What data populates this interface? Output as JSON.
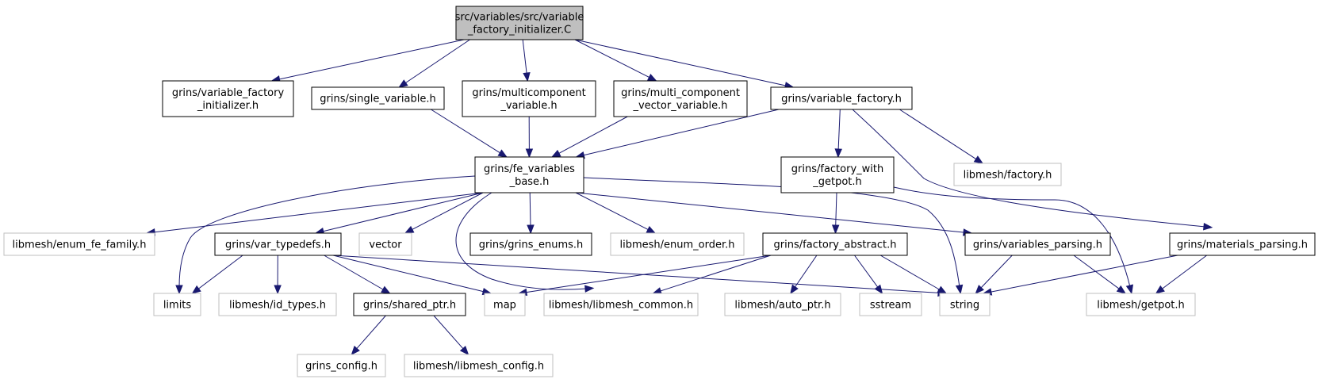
{
  "colors": {
    "edge": "#191970",
    "node_border": "#000000",
    "external_border": "#bfbfbf",
    "root_fill": "#bfbfbf",
    "node_fill": "#ffffff"
  },
  "nodes": [
    {
      "id": "root",
      "lines": [
        "src/variables/src/variable",
        "_factory_initializer.C"
      ],
      "kind": "root"
    },
    {
      "id": "vfi",
      "lines": [
        "grins/variable_factory",
        "_initializer.h"
      ],
      "kind": "internal"
    },
    {
      "id": "sv",
      "lines": [
        "grins/single_variable.h"
      ],
      "kind": "internal"
    },
    {
      "id": "mcv",
      "lines": [
        "grins/multicomponent",
        "_variable.h"
      ],
      "kind": "internal"
    },
    {
      "id": "mcvv",
      "lines": [
        "grins/multi_component",
        "_vector_variable.h"
      ],
      "kind": "internal"
    },
    {
      "id": "vf",
      "lines": [
        "grins/variable_factory.h"
      ],
      "kind": "internal"
    },
    {
      "id": "fevb",
      "lines": [
        "grins/fe_variables",
        "_base.h"
      ],
      "kind": "internal"
    },
    {
      "id": "fwg",
      "lines": [
        "grins/factory_with",
        "_getpot.h"
      ],
      "kind": "internal"
    },
    {
      "id": "lmf",
      "lines": [
        "libmesh/factory.h"
      ],
      "kind": "external"
    },
    {
      "id": "effam",
      "lines": [
        "libmesh/enum_fe_family.h"
      ],
      "kind": "external"
    },
    {
      "id": "vtd",
      "lines": [
        "grins/var_typedefs.h"
      ],
      "kind": "internal"
    },
    {
      "id": "vec",
      "lines": [
        "vector"
      ],
      "kind": "external"
    },
    {
      "id": "genum",
      "lines": [
        "grins/grins_enums.h"
      ],
      "kind": "internal"
    },
    {
      "id": "eord",
      "lines": [
        "libmesh/enum_order.h"
      ],
      "kind": "external"
    },
    {
      "id": "fa",
      "lines": [
        "grins/factory_abstract.h"
      ],
      "kind": "internal"
    },
    {
      "id": "vp",
      "lines": [
        "grins/variables_parsing.h"
      ],
      "kind": "internal"
    },
    {
      "id": "mp",
      "lines": [
        "grins/materials_parsing.h"
      ],
      "kind": "internal"
    },
    {
      "id": "lim",
      "lines": [
        "limits"
      ],
      "kind": "external"
    },
    {
      "id": "idt",
      "lines": [
        "libmesh/id_types.h"
      ],
      "kind": "external"
    },
    {
      "id": "sp",
      "lines": [
        "grins/shared_ptr.h"
      ],
      "kind": "internal"
    },
    {
      "id": "map",
      "lines": [
        "map"
      ],
      "kind": "external"
    },
    {
      "id": "lmc",
      "lines": [
        "libmesh/libmesh_common.h"
      ],
      "kind": "external"
    },
    {
      "id": "ap",
      "lines": [
        "libmesh/auto_ptr.h"
      ],
      "kind": "external"
    },
    {
      "id": "ss",
      "lines": [
        "sstream"
      ],
      "kind": "external"
    },
    {
      "id": "str",
      "lines": [
        "string"
      ],
      "kind": "external"
    },
    {
      "id": "gp",
      "lines": [
        "libmesh/getpot.h"
      ],
      "kind": "external"
    },
    {
      "id": "gc",
      "lines": [
        "grins_config.h"
      ],
      "kind": "external"
    },
    {
      "id": "lmcfg",
      "lines": [
        "libmesh/libmesh_config.h"
      ],
      "kind": "external"
    }
  ],
  "edges": [
    {
      "from": "root",
      "to": "vfi"
    },
    {
      "from": "root",
      "to": "sv"
    },
    {
      "from": "root",
      "to": "mcv"
    },
    {
      "from": "root",
      "to": "mcvv"
    },
    {
      "from": "root",
      "to": "vf"
    },
    {
      "from": "sv",
      "to": "fevb"
    },
    {
      "from": "mcv",
      "to": "fevb"
    },
    {
      "from": "mcvv",
      "to": "fevb"
    },
    {
      "from": "vf",
      "to": "fevb"
    },
    {
      "from": "vf",
      "to": "fwg"
    },
    {
      "from": "vf",
      "to": "lmf"
    },
    {
      "from": "vf",
      "to": "mp"
    },
    {
      "from": "fevb",
      "to": "effam"
    },
    {
      "from": "fevb",
      "to": "vtd"
    },
    {
      "from": "fevb",
      "to": "vec"
    },
    {
      "from": "fevb",
      "to": "genum"
    },
    {
      "from": "fevb",
      "to": "eord"
    },
    {
      "from": "fevb",
      "to": "vp"
    },
    {
      "from": "fevb",
      "to": "lim"
    },
    {
      "from": "fevb",
      "to": "lmc"
    },
    {
      "from": "fevb",
      "to": "str"
    },
    {
      "from": "fwg",
      "to": "fa"
    },
    {
      "from": "fwg",
      "to": "gp"
    },
    {
      "from": "vtd",
      "to": "lim"
    },
    {
      "from": "vtd",
      "to": "idt"
    },
    {
      "from": "vtd",
      "to": "sp"
    },
    {
      "from": "vtd",
      "to": "map"
    },
    {
      "from": "vtd",
      "to": "str"
    },
    {
      "from": "fa",
      "to": "map"
    },
    {
      "from": "fa",
      "to": "lmc"
    },
    {
      "from": "fa",
      "to": "ap"
    },
    {
      "from": "fa",
      "to": "ss"
    },
    {
      "from": "fa",
      "to": "str"
    },
    {
      "from": "vp",
      "to": "str"
    },
    {
      "from": "vp",
      "to": "gp"
    },
    {
      "from": "mp",
      "to": "str"
    },
    {
      "from": "mp",
      "to": "gp"
    },
    {
      "from": "sp",
      "to": "gc"
    },
    {
      "from": "sp",
      "to": "lmcfg"
    }
  ]
}
